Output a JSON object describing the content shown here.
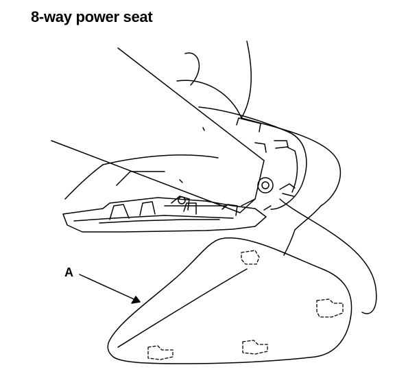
{
  "title": "8-way power seat",
  "callouts": [
    {
      "id": "A",
      "label": "A"
    }
  ],
  "colors": {
    "line": "#000000",
    "background": "#ffffff"
  }
}
